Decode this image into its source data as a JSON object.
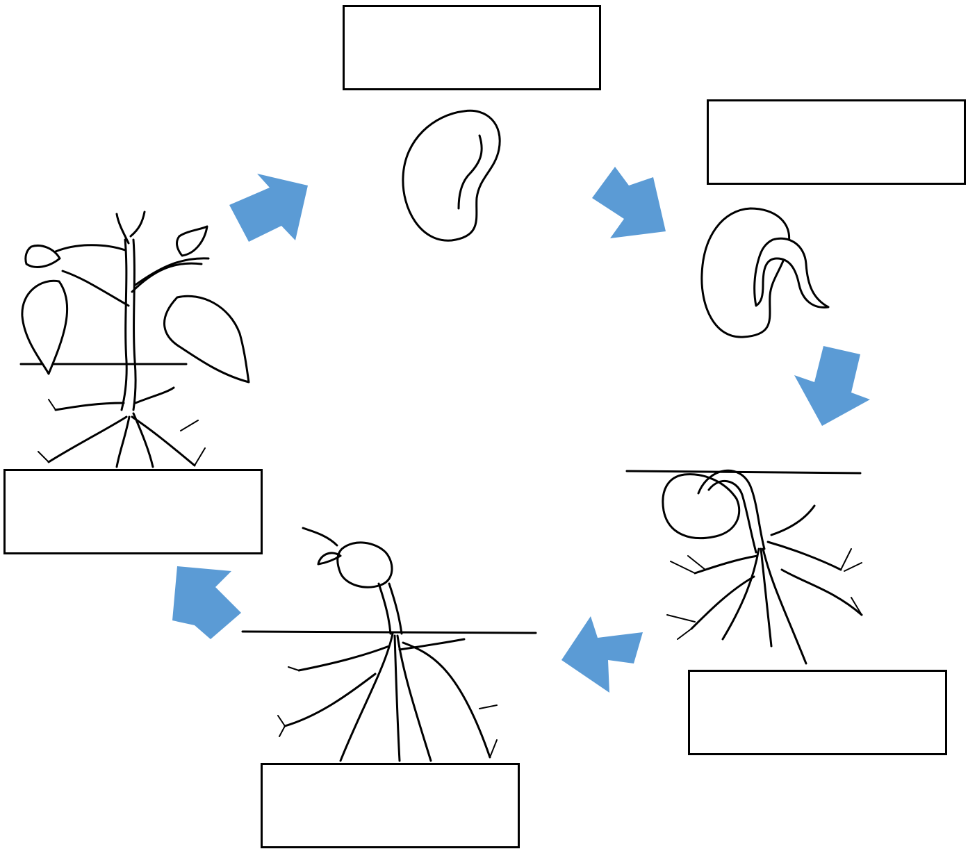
{
  "stage_labels": {
    "seed": "",
    "germination": "",
    "root_growth": "",
    "seedling": "",
    "adult_plant": ""
  },
  "colors": {
    "arrow": "#5b9bd5",
    "line": "#000000",
    "background": "#ffffff"
  },
  "cycle": {
    "stages": [
      "seed",
      "germination",
      "root_growth",
      "seedling",
      "adult_plant"
    ],
    "direction": "clockwise"
  }
}
